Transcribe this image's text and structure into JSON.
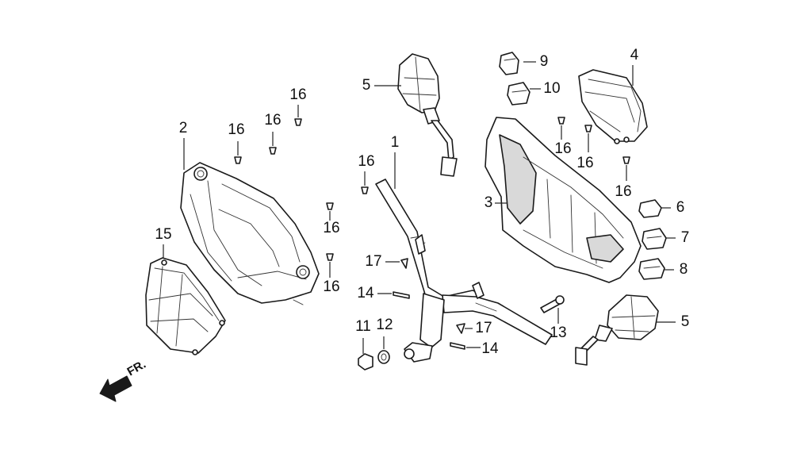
{
  "diagram": {
    "callouts": {
      "c1": "1",
      "c2": "2",
      "c3": "3",
      "c4": "4",
      "c5a": "5",
      "c5b": "5",
      "c6": "6",
      "c7": "7",
      "c8": "8",
      "c9": "9",
      "c10": "10",
      "c11": "11",
      "c12": "12",
      "c13": "13",
      "c14a": "14",
      "c14b": "14",
      "c15": "15",
      "c16a": "16",
      "c16b": "16",
      "c16c": "16",
      "c16d": "16",
      "c16e": "16",
      "c16f": "16",
      "c16g": "16",
      "c16h": "16",
      "c16i": "16",
      "c17a": "17",
      "c17b": "17"
    },
    "direction_label": "FR."
  },
  "colors": {
    "line": "#1a1a1a",
    "background": "#ffffff"
  }
}
